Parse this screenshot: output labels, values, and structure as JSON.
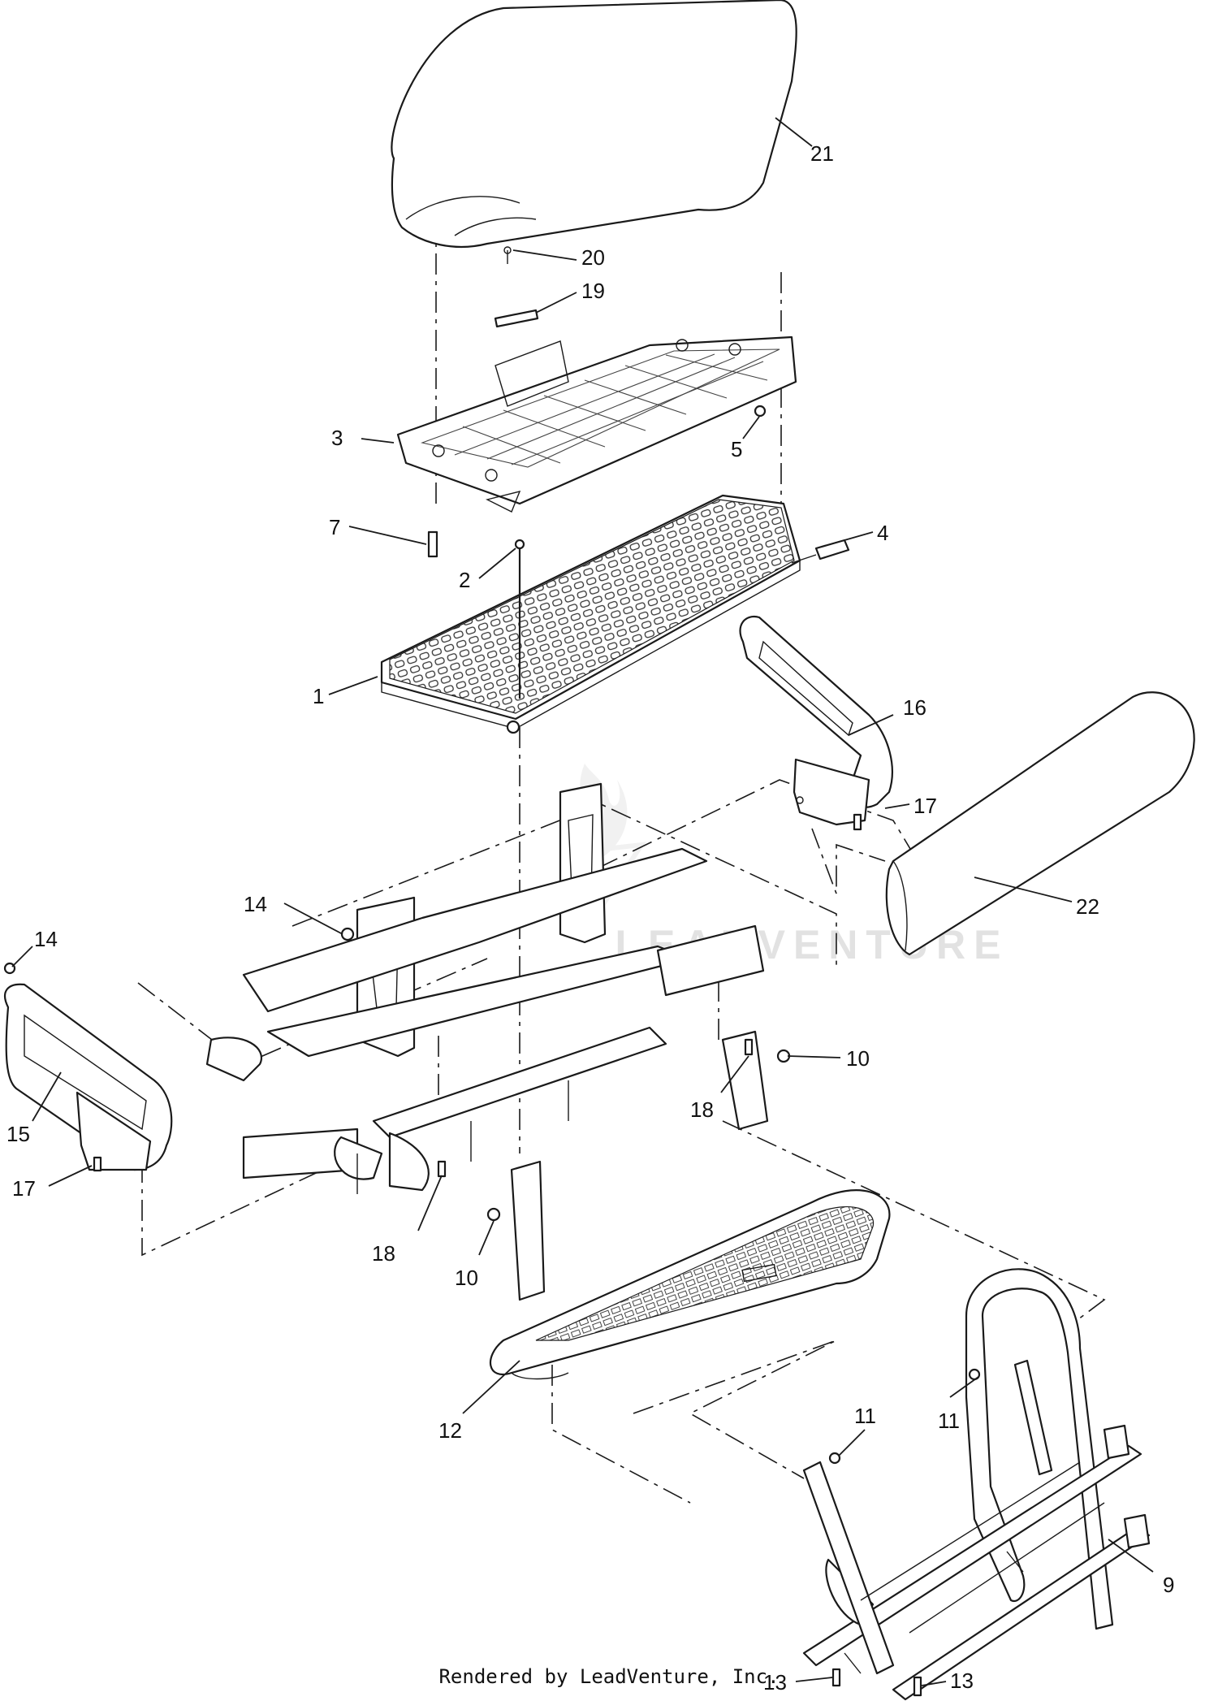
{
  "watermark": "LEADVENTURE",
  "footer": "Rendered by LeadVenture, Inc.",
  "callouts": [
    {
      "id": "c21",
      "text": "21"
    },
    {
      "id": "c20",
      "text": "20"
    },
    {
      "id": "c19",
      "text": "19"
    },
    {
      "id": "c3",
      "text": "3"
    },
    {
      "id": "c5",
      "text": "5"
    },
    {
      "id": "c7",
      "text": "7"
    },
    {
      "id": "c4",
      "text": "4"
    },
    {
      "id": "c2",
      "text": "2"
    },
    {
      "id": "c1",
      "text": "1"
    },
    {
      "id": "c16",
      "text": "16"
    },
    {
      "id": "c17a",
      "text": "17"
    },
    {
      "id": "c14a",
      "text": "14"
    },
    {
      "id": "c22",
      "text": "22"
    },
    {
      "id": "c14b",
      "text": "14"
    },
    {
      "id": "c10a",
      "text": "10"
    },
    {
      "id": "c15",
      "text": "15"
    },
    {
      "id": "c18a",
      "text": "18"
    },
    {
      "id": "c17b",
      "text": "17"
    },
    {
      "id": "c18b",
      "text": "18"
    },
    {
      "id": "c10b",
      "text": "10"
    },
    {
      "id": "c12",
      "text": "12"
    },
    {
      "id": "c11a",
      "text": "11"
    },
    {
      "id": "c11b",
      "text": "11"
    },
    {
      "id": "c9",
      "text": "9"
    },
    {
      "id": "c13a",
      "text": "13"
    },
    {
      "id": "c13b",
      "text": "13"
    }
  ]
}
